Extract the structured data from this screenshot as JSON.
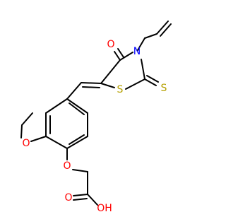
{
  "molecule": {
    "atom_labels": {
      "O_ketone": "O",
      "N_ring": "N",
      "S_ring": "S",
      "S_thione": "S",
      "O_ethoxy": "O",
      "O_ether": "O",
      "O_carbonyl": "O",
      "OH_acid": "OH"
    },
    "colors": {
      "oxygen": "#ff0000",
      "nitrogen": "#0000ff",
      "sulfur": "#b5a000",
      "bond": "#000000"
    }
  }
}
